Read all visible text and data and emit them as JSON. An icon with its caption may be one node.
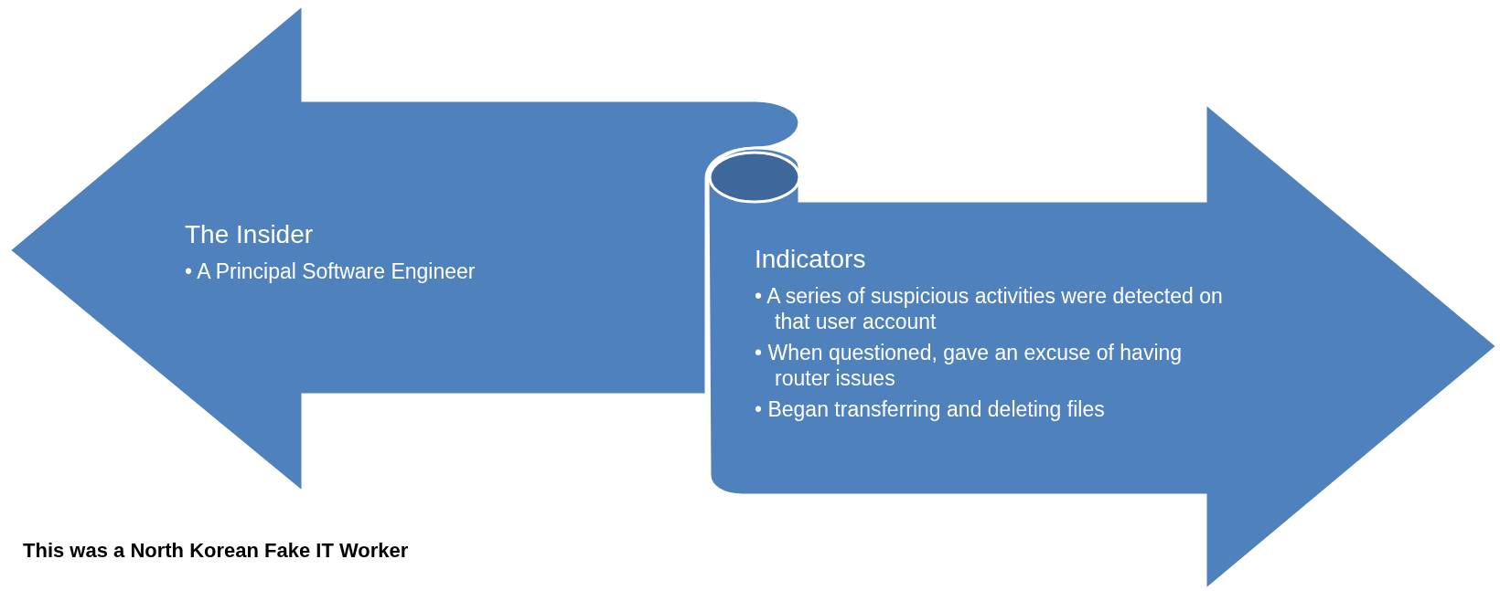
{
  "diagram": {
    "nodes": [
      {
        "text": [
          "The Insider",
          "• A Principal Software Engineer"
        ]
      },
      {
        "text": [
          "Indicators",
          "• A series of suspicious activities were detected on that user account",
          "• When questioned, gave an excuse of having router issues",
          "• Began transferring and deleting files"
        ]
      }
    ],
    "labels": [
      "This was a North Korean Fake IT Worker"
    ]
  }
}
